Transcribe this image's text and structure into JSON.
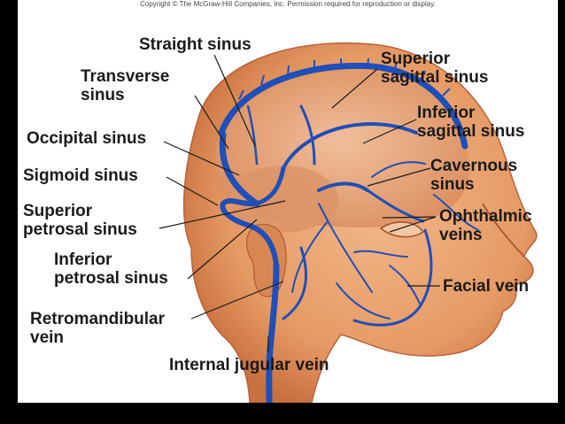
{
  "copyright": "Copyright © The McGraw-Hill Companies, Inc. Permission required for reproduction or display.",
  "colors": {
    "vein": "#1f4fb8",
    "skin": "#e9a16f",
    "skin_shadow": "#c9703f",
    "brain": "#e7a983",
    "leader": "#1b1b1b"
  },
  "labels": {
    "straight_sinus": "Straight sinus",
    "transverse_sinus": "Transverse\nsinus",
    "occipital_sinus": "Occipital sinus",
    "sigmoid_sinus": "Sigmoid sinus",
    "superior_petrosal_sinus": "Superior\npetrosal sinus",
    "inferior_petrosal_sinus": "Inferior\npetrosal sinus",
    "retromandibular_vein": "Retromandibular\nvein",
    "internal_jugular_vein": "Internal jugular vein",
    "superior_sagittal_sinus": "Superior\nsagittal sinus",
    "inferior_sagittal_sinus": "Inferior\nsagittal sinus",
    "cavernous_sinus": "Cavernous\nsinus",
    "ophthalmic_veins": "Ophthalmic\nveins",
    "facial_vein": "Facial vein"
  }
}
